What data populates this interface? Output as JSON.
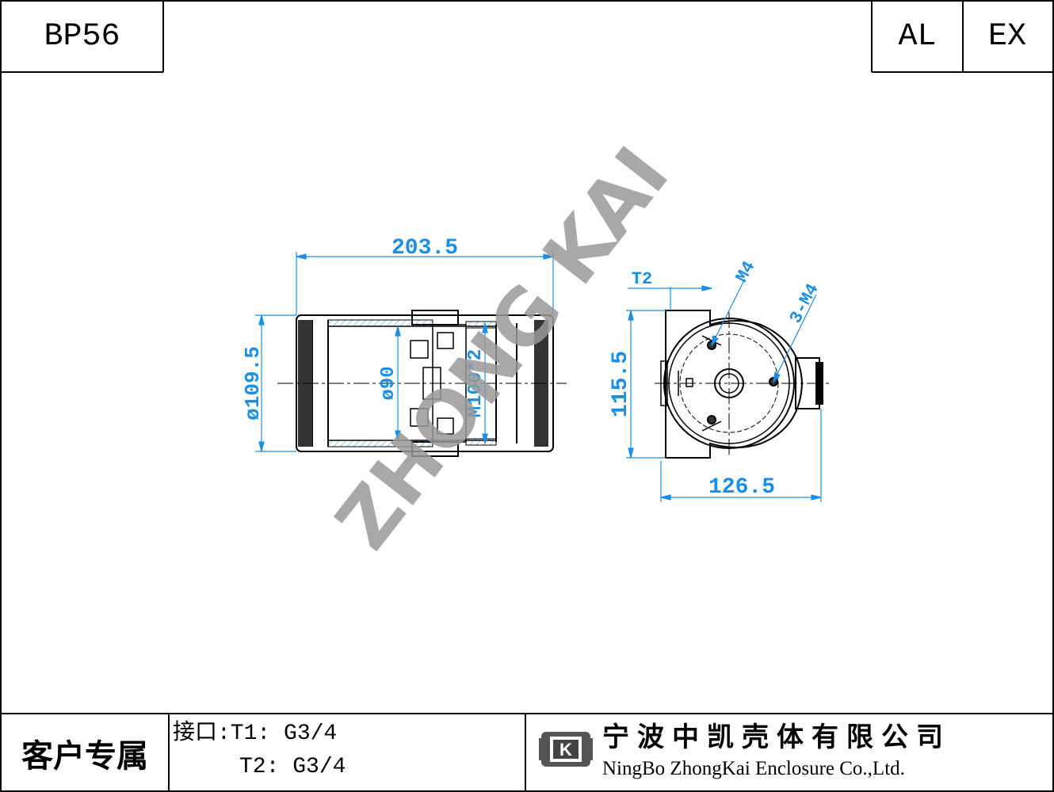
{
  "title_block": {
    "model": "BP56",
    "material": "AL",
    "rating": "EX",
    "customer_label": "客户专属",
    "ports_line1": "接口:T1: G3/4",
    "ports_line2": "T2: G3/4",
    "company_cn": "宁波中凯壳体有限公司",
    "company_en": "NingBo ZhongKai Enclosure Co.,Ltd.",
    "logo_letter": "K"
  },
  "dimensions": {
    "length": "203.5",
    "outer_diameter": "ø109.5",
    "inner_diameter": "ø90",
    "thread": "M100*2",
    "height": "115.5",
    "width": "126.5",
    "port_label": "T2",
    "screw_single": "M4",
    "screw_multi": "3-M4"
  },
  "watermark": "ZHONG KAI",
  "colors": {
    "dimension": "#1a8fe8",
    "line": "#000000",
    "watermark": "#9a9a9a"
  }
}
